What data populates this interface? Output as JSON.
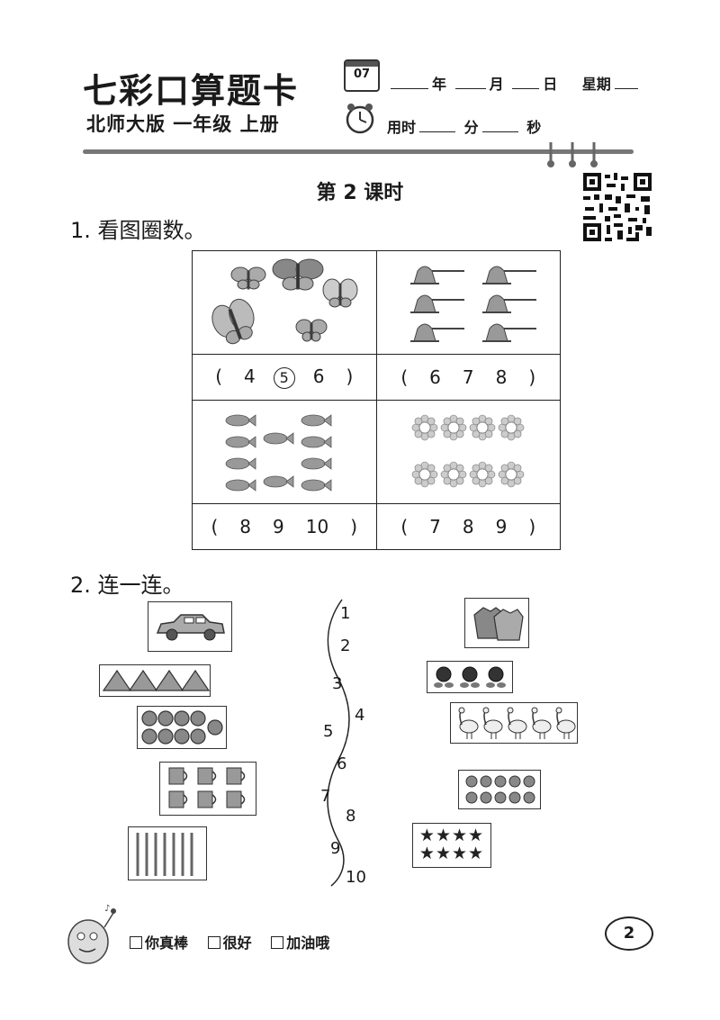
{
  "header": {
    "brand": "七彩口算题卡",
    "edition": "北师大版  一年级  上册",
    "calendar_day": "07",
    "date_year": "年",
    "date_month": "月",
    "date_day": "日",
    "date_weekday": "星期",
    "time_label": "用时",
    "time_min": "分",
    "time_sec": "秒"
  },
  "lesson_title": "第 2 课时",
  "q1": {
    "title": "1. 看图圈数。",
    "cells": [
      {
        "picture": "butterflies",
        "count": 5,
        "options": [
          "4",
          "5",
          "6"
        ],
        "circled": "5"
      },
      {
        "picture": "bells",
        "count": 6,
        "options": [
          "6",
          "7",
          "8"
        ],
        "circled": ""
      },
      {
        "picture": "fish",
        "count": 10,
        "options": [
          "8",
          "9",
          "10"
        ],
        "circled": ""
      },
      {
        "picture": "flowers",
        "count": 8,
        "options": [
          "7",
          "8",
          "9"
        ],
        "circled": ""
      }
    ]
  },
  "q2": {
    "title": "2. 连一连。",
    "numbers": [
      "1",
      "2",
      "3",
      "4",
      "5",
      "6",
      "7",
      "8",
      "9",
      "10"
    ],
    "left_items": [
      {
        "picture": "car",
        "count": 1
      },
      {
        "picture": "triangles",
        "count": 4
      },
      {
        "picture": "circles",
        "count": 9
      },
      {
        "picture": "mugs",
        "count": 6
      },
      {
        "picture": "sticks",
        "count": 7
      }
    ],
    "right_items": [
      {
        "picture": "clothes",
        "count": 2
      },
      {
        "picture": "roses",
        "count": 3
      },
      {
        "picture": "geese",
        "count": 5
      },
      {
        "picture": "oranges",
        "count": 10
      },
      {
        "picture": "stars",
        "count": 8
      }
    ]
  },
  "footer": {
    "options": [
      "你真棒",
      "很好",
      "加油哦"
    ],
    "page_number": "2"
  }
}
